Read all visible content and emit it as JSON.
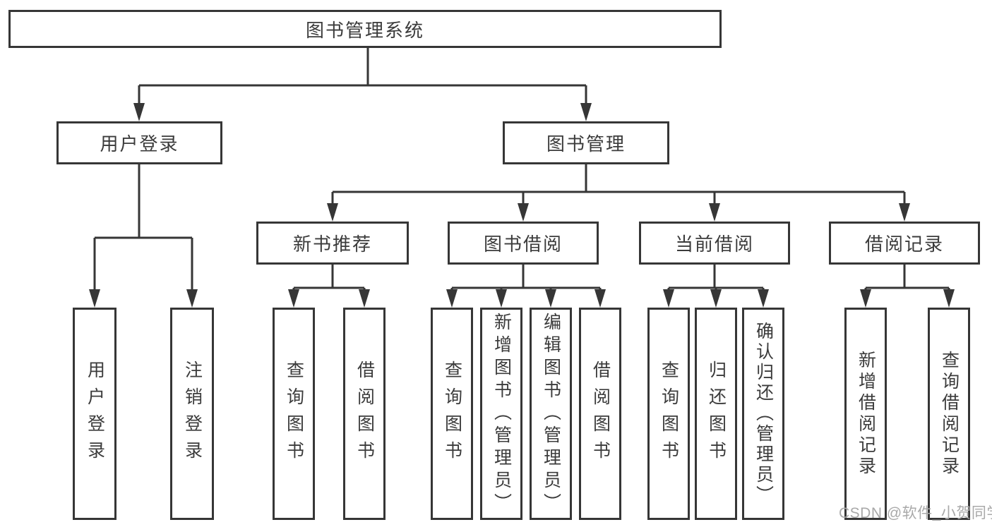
{
  "diagram": {
    "tree": {
      "label": "图书管理系统",
      "children": [
        {
          "label": "用户登录",
          "children": [
            {
              "label": "用户登录"
            },
            {
              "label": "注销登录"
            }
          ]
        },
        {
          "label": "图书管理",
          "children": [
            {
              "label": "新书推荐",
              "children": [
                {
                  "label": "查询图书"
                },
                {
                  "label": "借阅图书"
                }
              ]
            },
            {
              "label": "图书借阅",
              "children": [
                {
                  "label": "查询图书"
                },
                {
                  "label": "新增图书（管理员）"
                },
                {
                  "label": "编辑图书（管理员）"
                },
                {
                  "label": "借阅图书"
                }
              ]
            },
            {
              "label": "当前借阅",
              "children": [
                {
                  "label": "查询图书"
                },
                {
                  "label": "归还图书"
                },
                {
                  "label": "确认归还（管理员）"
                }
              ]
            },
            {
              "label": "借阅记录",
              "children": [
                {
                  "label": "新增借阅记录"
                },
                {
                  "label": "查询借阅记录"
                }
              ]
            }
          ]
        }
      ]
    },
    "colors": {
      "line": "#363636",
      "box_border": "#363636",
      "text": "#3b3b3b",
      "background": "#ffffff",
      "watermark": "#a9a9a9"
    }
  },
  "watermark": {
    "text": "CSDN @软件_小贺同学"
  }
}
